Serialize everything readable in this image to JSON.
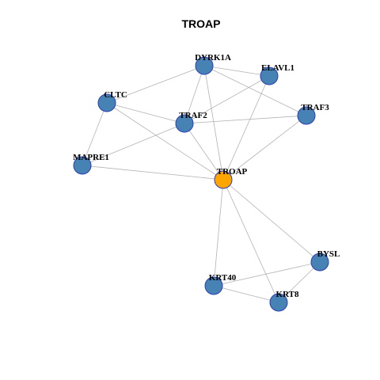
{
  "title": "TROAP",
  "colors": {
    "background": "#ffffff",
    "edge": "#b3b3b3",
    "node_fill": "#4682b4",
    "center_fill": "#ffa500",
    "node_stroke": "#2b3fb8"
  },
  "nodes": [
    {
      "id": "DYRK1A",
      "label": "DYRK1A"
    },
    {
      "id": "ELAVL1",
      "label": "ELAVL1"
    },
    {
      "id": "CLTC",
      "label": "CLTC"
    },
    {
      "id": "TRAF3",
      "label": "TRAF3"
    },
    {
      "id": "TRAF2",
      "label": "TRAF2"
    },
    {
      "id": "MAPRE1",
      "label": "MAPRE1"
    },
    {
      "id": "TROAP",
      "label": "TROAP",
      "center": true
    },
    {
      "id": "BYSL",
      "label": "BYSL"
    },
    {
      "id": "KRT40",
      "label": "KRT40"
    },
    {
      "id": "KRT8",
      "label": "KRT8"
    }
  ],
  "edges": [
    [
      "DYRK1A",
      "ELAVL1"
    ],
    [
      "DYRK1A",
      "CLTC"
    ],
    [
      "DYRK1A",
      "TRAF3"
    ],
    [
      "DYRK1A",
      "TRAF2"
    ],
    [
      "DYRK1A",
      "TROAP"
    ],
    [
      "ELAVL1",
      "TRAF2"
    ],
    [
      "ELAVL1",
      "TROAP"
    ],
    [
      "CLTC",
      "TRAF2"
    ],
    [
      "CLTC",
      "MAPRE1"
    ],
    [
      "CLTC",
      "TROAP"
    ],
    [
      "TRAF2",
      "TRAF3"
    ],
    [
      "TRAF2",
      "MAPRE1"
    ],
    [
      "TRAF2",
      "TROAP"
    ],
    [
      "TRAF3",
      "TROAP"
    ],
    [
      "MAPRE1",
      "TROAP"
    ],
    [
      "TROAP",
      "BYSL"
    ],
    [
      "TROAP",
      "KRT40"
    ],
    [
      "TROAP",
      "KRT8"
    ],
    [
      "BYSL",
      "KRT40"
    ],
    [
      "BYSL",
      "KRT8"
    ],
    [
      "KRT40",
      "KRT8"
    ]
  ]
}
